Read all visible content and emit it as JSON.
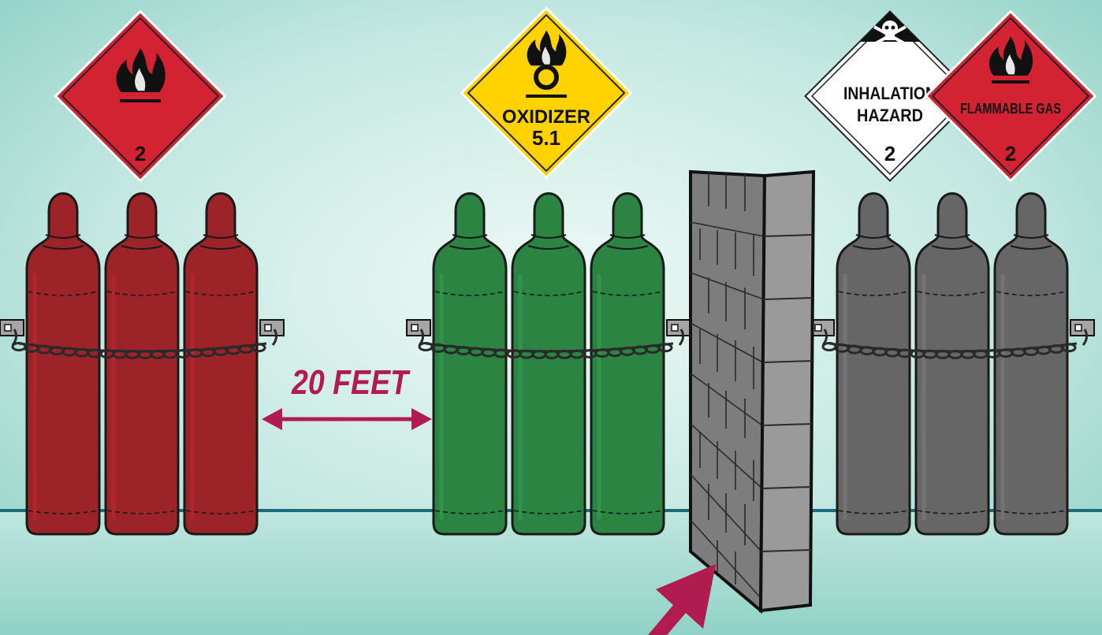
{
  "colors": {
    "background_light": "#e6f5f2",
    "background_dark": "#8fd0c5",
    "floor_line": "#1d6b7a",
    "flammable_red": "#d32232",
    "oxidizer_yellow": "#ffd200",
    "cylinder_red": "#9c2328",
    "cylinder_green": "#2b8442",
    "cylinder_gray": "#666666",
    "wall_gray": "#8a8a8a",
    "accent_arrow": "#b01c4f"
  },
  "placards": {
    "flammable_left": {
      "icon": "flame-icon",
      "division": "2"
    },
    "oxidizer": {
      "icon": "flame-over-circle-icon",
      "label": "OXIDIZER",
      "division": "5.1"
    },
    "inhalation": {
      "icon": "skull-and-crossbones-icon",
      "label_line1": "INHALATION",
      "label_line2": "HAZARD",
      "division": "2"
    },
    "flammable_gas": {
      "icon": "flame-icon",
      "label": "FLAMMABLE GAS",
      "division": "2"
    }
  },
  "cylinder_groups": [
    {
      "name": "flammable",
      "count": 3
    },
    {
      "name": "oxidizer",
      "count": 3
    },
    {
      "name": "toxic",
      "count": 3
    }
  ],
  "separation": {
    "label": "20 FEET"
  },
  "barrier": {
    "icon": "block-wall-icon"
  },
  "pointer": {
    "icon": "diagonal-arrow-icon"
  }
}
